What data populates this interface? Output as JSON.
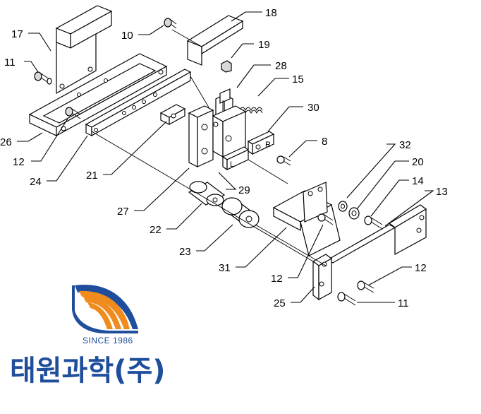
{
  "callouts": {
    "c18": "18",
    "c17": "17",
    "c10": "10",
    "c19": "19",
    "c11a": "11",
    "c28": "28",
    "c15": "15",
    "c30": "30",
    "c26": "26",
    "c8": "8",
    "c12a": "12",
    "c32": "32",
    "c20": "20",
    "c24": "24",
    "c21": "21",
    "c14": "14",
    "c13": "13",
    "c29": "29",
    "c27": "27",
    "c22": "22",
    "c23": "23",
    "c31": "31",
    "c12b": "12",
    "c12c": "12",
    "c25": "25",
    "c11b": "11"
  },
  "labels": {
    "left_block": "L",
    "right_block": "R"
  },
  "logo": {
    "since": "SINCE 1986",
    "company": "태원과학(주)",
    "colors": {
      "orange": "#f08c1e",
      "blue": "#1f4e9c"
    }
  }
}
